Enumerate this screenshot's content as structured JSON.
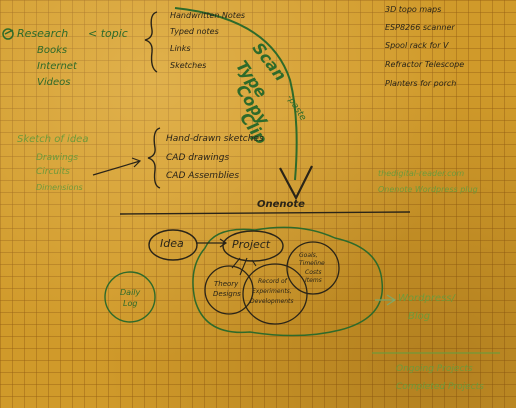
{
  "notes": {
    "research": {
      "header": "Research",
      "topic": "< topic",
      "sources": [
        "Books",
        "Internet",
        "Videos"
      ],
      "outputs": [
        "Handwritten Notes",
        "Typed notes",
        "Links",
        "Sketches"
      ]
    },
    "sketch": {
      "header": "Sketch of idea",
      "items": [
        "Drawings",
        "Circuits",
        "Dimensions"
      ],
      "outputs": [
        "Hand-drawn sketches",
        "CAD drawings",
        "CAD Assemblies"
      ]
    },
    "capture_verbs": [
      "Scan",
      "Type",
      "Copy",
      "Clip"
    ],
    "paste_label": "-paste",
    "onenote_label": "Onenote",
    "projects_list": [
      "3D topo maps",
      "ESP8266 scanner",
      "Spool rack for V",
      "Refractor Telescope",
      "Planters for porch"
    ],
    "site_lines": [
      "thedigital-reader.com",
      "Onenote Wordpress plug"
    ],
    "flow": {
      "idea": "Idea",
      "project": "Project",
      "goals": [
        "Goals,",
        "Timeline",
        "Costs",
        "Items"
      ],
      "theory": [
        "Theory",
        "Designs"
      ],
      "record": [
        "Record of",
        "Experiments,",
        "Developments"
      ],
      "daily_log": [
        "Daily",
        "Log"
      ],
      "wordpress": [
        "Wordpress/",
        "Blog"
      ]
    },
    "footer": [
      "Ongoing Projects",
      "Completed Projects"
    ]
  },
  "colors": {
    "paper": "#d09a2a",
    "ink_black": "#2a2418",
    "ink_green": "#2e6a2a",
    "ink_light_green": "#6f9a3a",
    "ink_pale_green": "#7fa86a"
  }
}
